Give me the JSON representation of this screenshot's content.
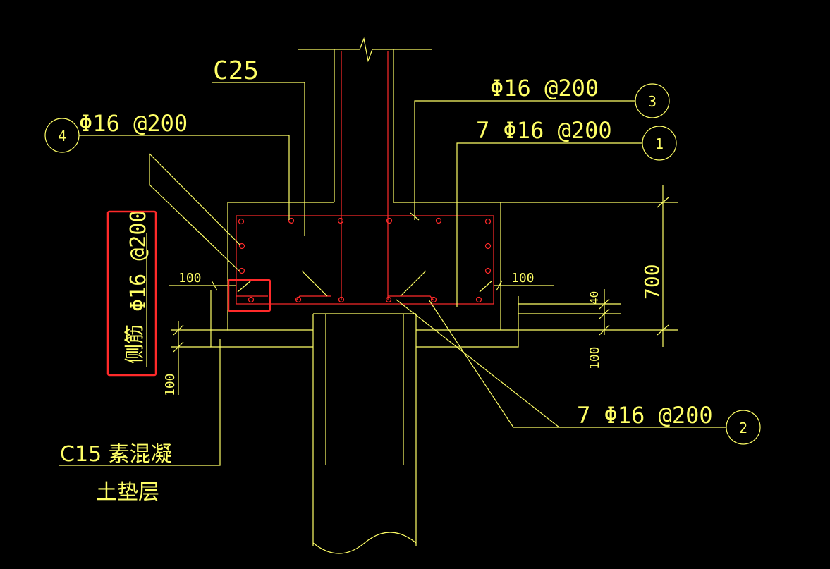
{
  "labels": {
    "concrete_grade": "C25",
    "rebar_4": "Φ16 @200",
    "rebar_3": "Φ16 @200",
    "rebar_1": "7 Φ16 @200",
    "rebar_2": "7 Φ16 @200",
    "side_rebar": "Φ16 @200",
    "side_rebar_cn": "侧筋",
    "cushion_line1": "C15  素混凝",
    "cushion_line2": "土垫层"
  },
  "callouts": {
    "c1": "1",
    "c2": "2",
    "c3": "3",
    "c4": "4"
  },
  "dimensions": {
    "left_cover": "100",
    "right_cover": "100",
    "height_total": "700",
    "bottom_gap": "40",
    "cushion_right": "100",
    "cushion_left": "100"
  },
  "colors": {
    "lines": "#ffff66",
    "rebar": "#ff2a2a",
    "background": "#000000"
  }
}
